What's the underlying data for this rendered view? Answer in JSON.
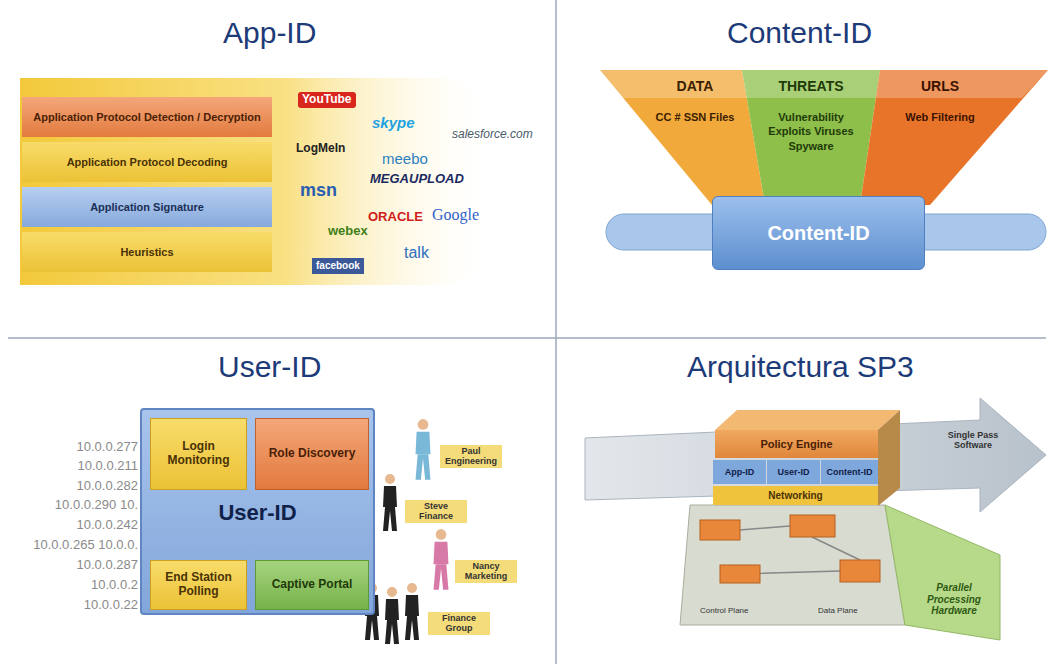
{
  "diagram": {
    "nodes": [
      {
        "text": [
          "Application Protocol Detection / Decryption"
        ]
      },
      {
        "text": [
          "Application Protocol Decoding"
        ]
      },
      {
        "text": [
          "Application Signature"
        ]
      },
      {
        "text": [
          "Heuristics"
        ]
      },
      {
        "text": [
          "DATA",
          "CC # SSN Files"
        ]
      },
      {
        "text": [
          "THREATS",
          "Vulnerability Exploits Viruses Spyware"
        ]
      },
      {
        "text": [
          "URLS",
          "Web Filtering"
        ]
      },
      {
        "text": [
          "Content-ID"
        ]
      },
      {
        "text": [
          "User-ID"
        ]
      },
      {
        "text": [
          "Login Monitoring"
        ],
        "in": 8
      },
      {
        "text": [
          "Role Discovery"
        ],
        "in": 8
      },
      {
        "text": [
          "End Station Polling"
        ],
        "in": 8
      },
      {
        "text": [
          "Captive Portal"
        ],
        "in": 8
      },
      {
        "text": [
          "Policy Engine"
        ]
      },
      {
        "text": [
          "App-ID"
        ]
      },
      {
        "text": [
          "User-ID"
        ]
      },
      {
        "text": [
          "Content-ID"
        ]
      },
      {
        "text": [
          "Networking"
        ]
      }
    ],
    "labels": [
      "App-ID",
      "YouTube",
      "skype",
      "salesforce.com",
      "LogMeIn",
      "meebo",
      "msn",
      "MEGAUPLOAD",
      "ORACLE",
      "Google",
      "webex",
      "talk",
      "facebook",
      "Content-ID",
      "User-ID",
      "10.0.0.277",
      "10.0.0.211",
      "10.0.0.282",
      "10.0.0.290 10.",
      "10.0.0.242",
      "10.0.0.265 10.0.0.",
      "10.0.0.287",
      "10.0.0.2",
      "10.0.0.22",
      "Paul Engineering",
      "Steve Finance",
      "Nancy Marketing",
      "Finance Group",
      "Arquitectura SP3",
      "Single Pass Software",
      "Parallel Processing Hardware",
      "Control Plane",
      "Data Plane"
    ]
  }
}
